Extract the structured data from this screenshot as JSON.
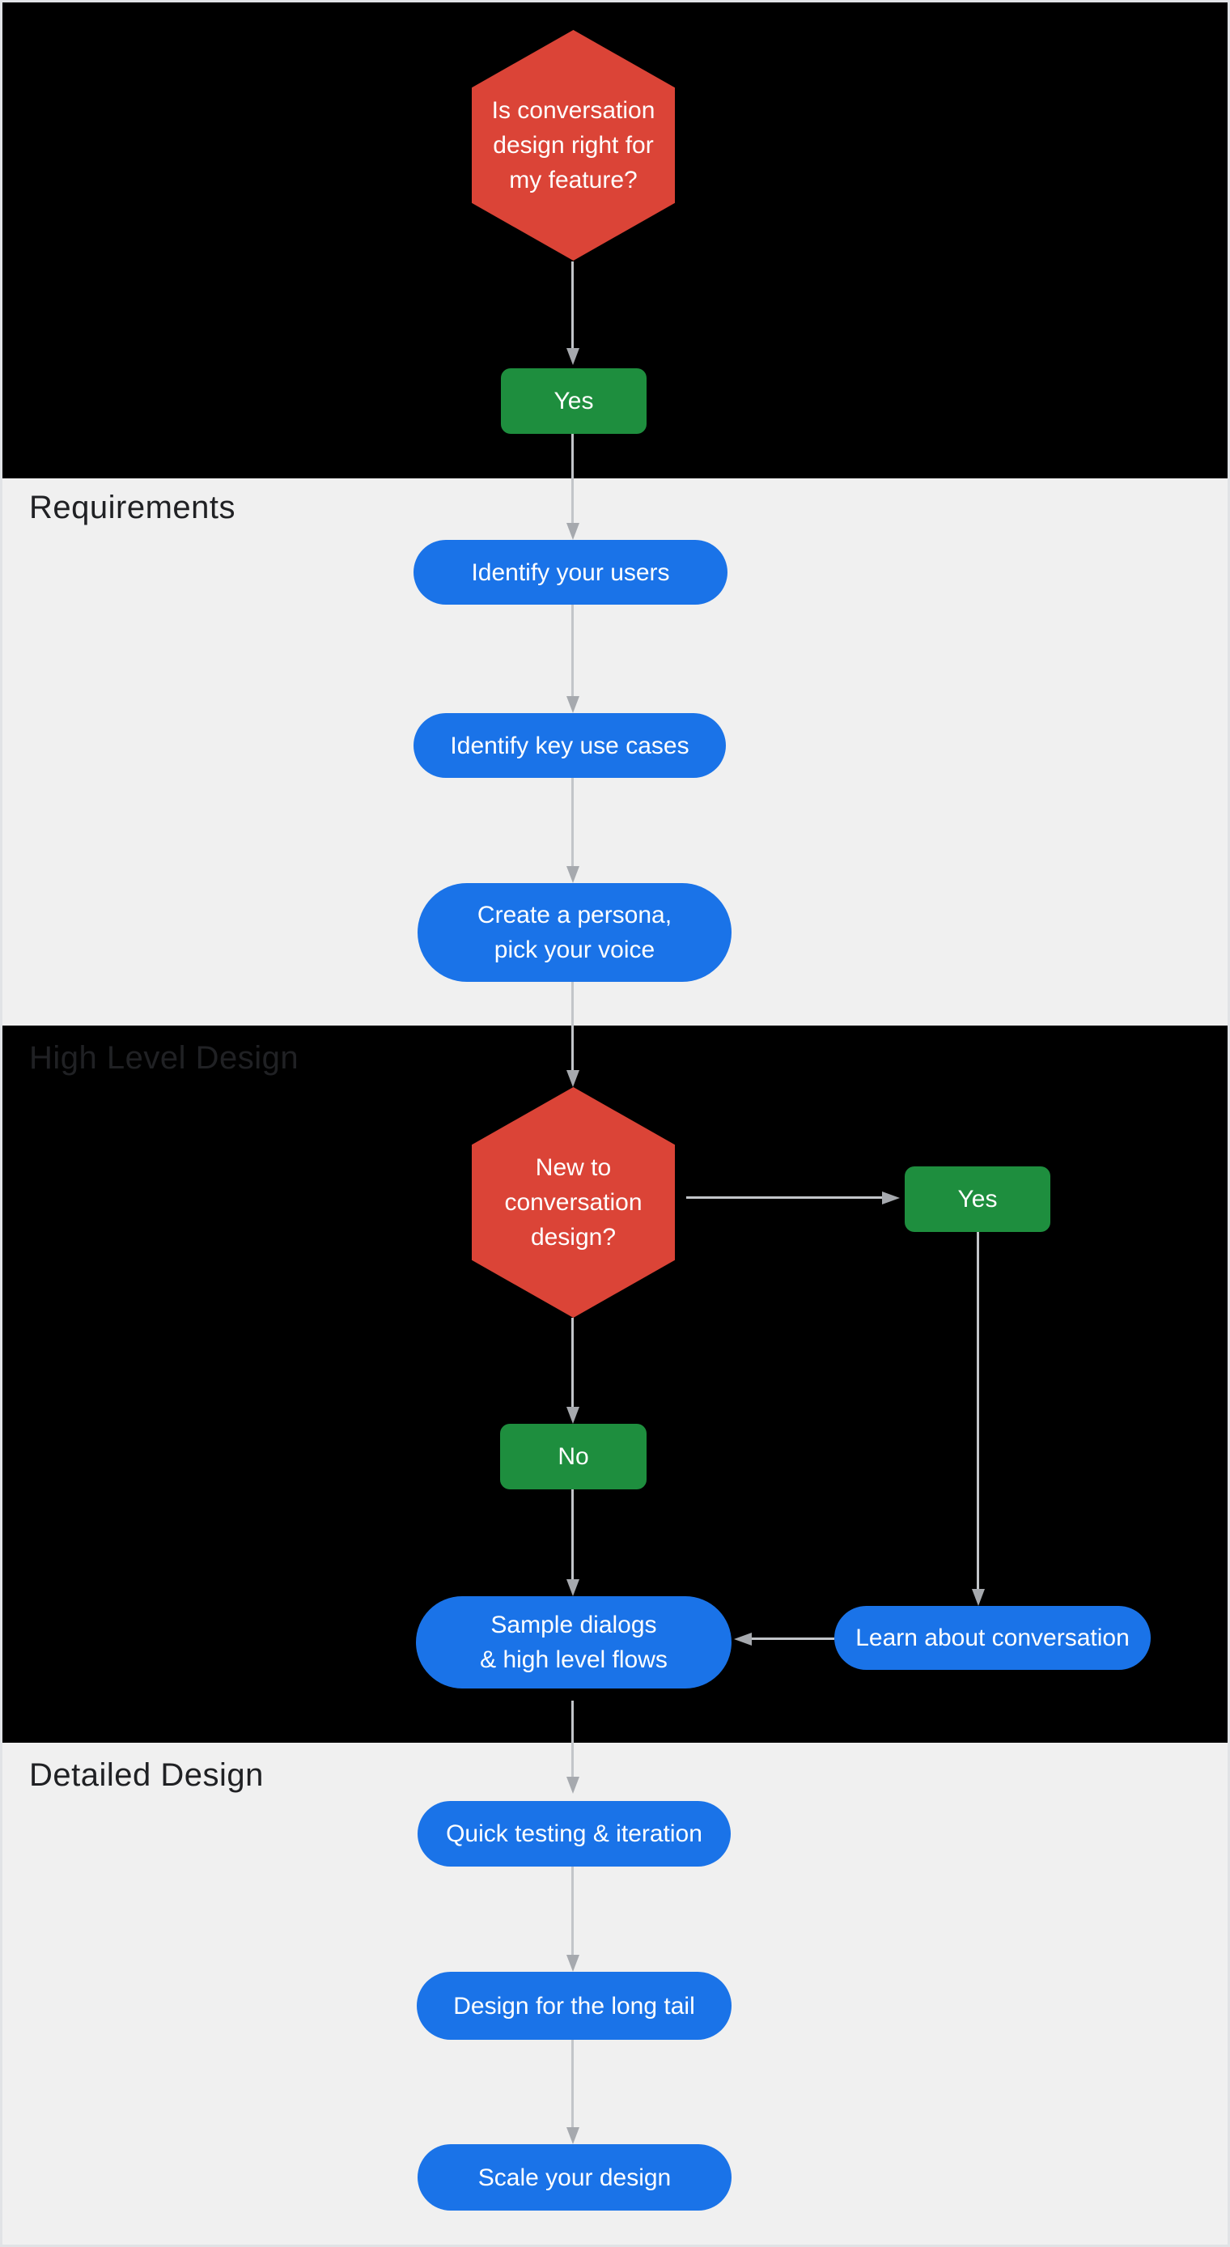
{
  "colors": {
    "red": "#DB4437",
    "green": "#1E8E3E",
    "blue": "#1A73E8",
    "dark": "#000000",
    "light": "#F0F0F0",
    "label": "#202124",
    "node_text": "#FFFFFF",
    "line": "#C2C5C9",
    "head": "#A6A9AE",
    "frame": "#E1E3E6"
  },
  "sections": {
    "requirements": "Requirements",
    "high_level_design": "High Level Design",
    "detailed_design": "Detailed Design"
  },
  "nodes": {
    "q_feature": {
      "label": "Is conversation\ndesign right for\nmy feature?",
      "shape": "hexagon-decision"
    },
    "yes_feature": {
      "label": "Yes",
      "shape": "rect"
    },
    "identify_users": {
      "label": "Identify your users",
      "shape": "pill"
    },
    "identify_use_cases": {
      "label": "Identify key use cases",
      "shape": "pill"
    },
    "create_persona": {
      "label": "Create a persona,\npick your voice",
      "shape": "pill"
    },
    "q_new_to_cd": {
      "label": "New to\nconversation\ndesign?",
      "shape": "hexagon-decision"
    },
    "yes_new": {
      "label": "Yes",
      "shape": "rect"
    },
    "no_new": {
      "label": "No",
      "shape": "rect"
    },
    "sample_dialogs": {
      "label": "Sample dialogs\n& high level flows",
      "shape": "pill"
    },
    "learn_conversation": {
      "label": "Learn about conversation",
      "shape": "pill"
    },
    "quick_testing": {
      "label": "Quick testing & iteration",
      "shape": "pill"
    },
    "long_tail": {
      "label": "Design for the long tail",
      "shape": "pill"
    },
    "scale_design": {
      "label": "Scale your design",
      "shape": "pill"
    }
  },
  "edges": [
    {
      "from": "q_feature",
      "to": "yes_feature",
      "direction": "down"
    },
    {
      "from": "yes_feature",
      "to": "identify_users",
      "direction": "down"
    },
    {
      "from": "identify_users",
      "to": "identify_use_cases",
      "direction": "down"
    },
    {
      "from": "identify_use_cases",
      "to": "create_persona",
      "direction": "down"
    },
    {
      "from": "create_persona",
      "to": "q_new_to_cd",
      "direction": "down"
    },
    {
      "from": "q_new_to_cd",
      "to": "yes_new",
      "direction": "right"
    },
    {
      "from": "q_new_to_cd",
      "to": "no_new",
      "direction": "down"
    },
    {
      "from": "yes_new",
      "to": "learn_conversation",
      "direction": "down"
    },
    {
      "from": "learn_conversation",
      "to": "sample_dialogs",
      "direction": "left"
    },
    {
      "from": "no_new",
      "to": "sample_dialogs",
      "direction": "down"
    },
    {
      "from": "sample_dialogs",
      "to": "quick_testing",
      "direction": "down"
    },
    {
      "from": "quick_testing",
      "to": "long_tail",
      "direction": "down"
    },
    {
      "from": "long_tail",
      "to": "scale_design",
      "direction": "down"
    }
  ]
}
